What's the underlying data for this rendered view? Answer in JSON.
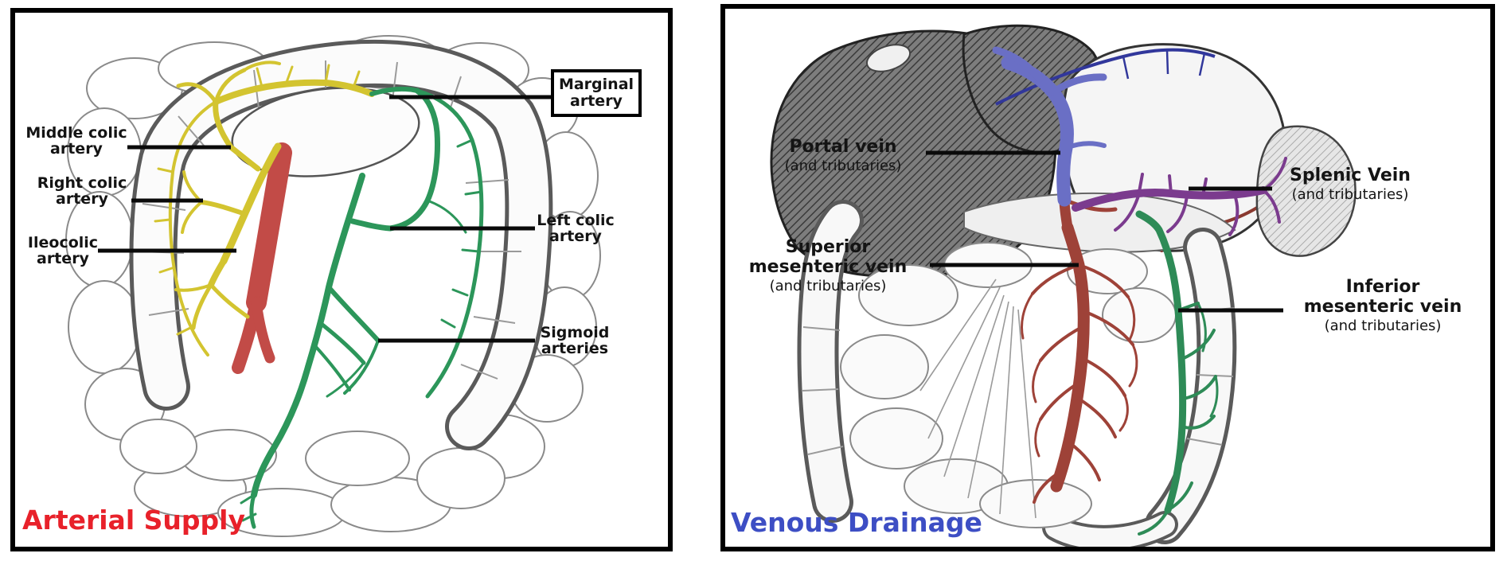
{
  "page": {
    "background": "#ffffff"
  },
  "panels": {
    "arterial": {
      "title": "Arterial Supply",
      "title_color": "#e8212a",
      "labels": {
        "middle_colic": {
          "line1": "Middle colic",
          "line2": "artery"
        },
        "right_colic": {
          "line1": "Right colic",
          "line2": "artery"
        },
        "ileocolic": {
          "line1": "Ileocolic",
          "line2": "artery"
        },
        "marginal": {
          "line1": "Marginal",
          "line2": "artery"
        },
        "left_colic": {
          "line1": "Left colic",
          "line2": "artery"
        },
        "sigmoid": {
          "line1": "Sigmoid",
          "line2": "arteries"
        }
      },
      "vessel_colors": {
        "sma_branches_yellow": "#d3c430",
        "ima_branches_green": "#2c965a",
        "highlighted_trunk_red": "#c24b47"
      }
    },
    "venous": {
      "title": "Venous Drainage",
      "title_color": "#3d4ec4",
      "labels": {
        "portal": {
          "name": "Portal vein",
          "sub": "(and tributaries)"
        },
        "splenic": {
          "name": "Splenic Vein",
          "sub": "(and tributaries)"
        },
        "superior_mesenteric": {
          "name_line1": "Superior",
          "name_line2": "mesenteric vein",
          "sub": "(and tributaries)"
        },
        "inferior_mesenteric": {
          "name_line1": "Inferior",
          "name_line2": "mesenteric vein",
          "sub": "(and tributaries)"
        }
      },
      "vessel_colors": {
        "portal_blue": "#6a6fc5",
        "splenic_purple": "#7b3b8e",
        "superior_mesenteric_maroon": "#9e4238",
        "inferior_mesenteric_green": "#2e8b57"
      }
    }
  }
}
